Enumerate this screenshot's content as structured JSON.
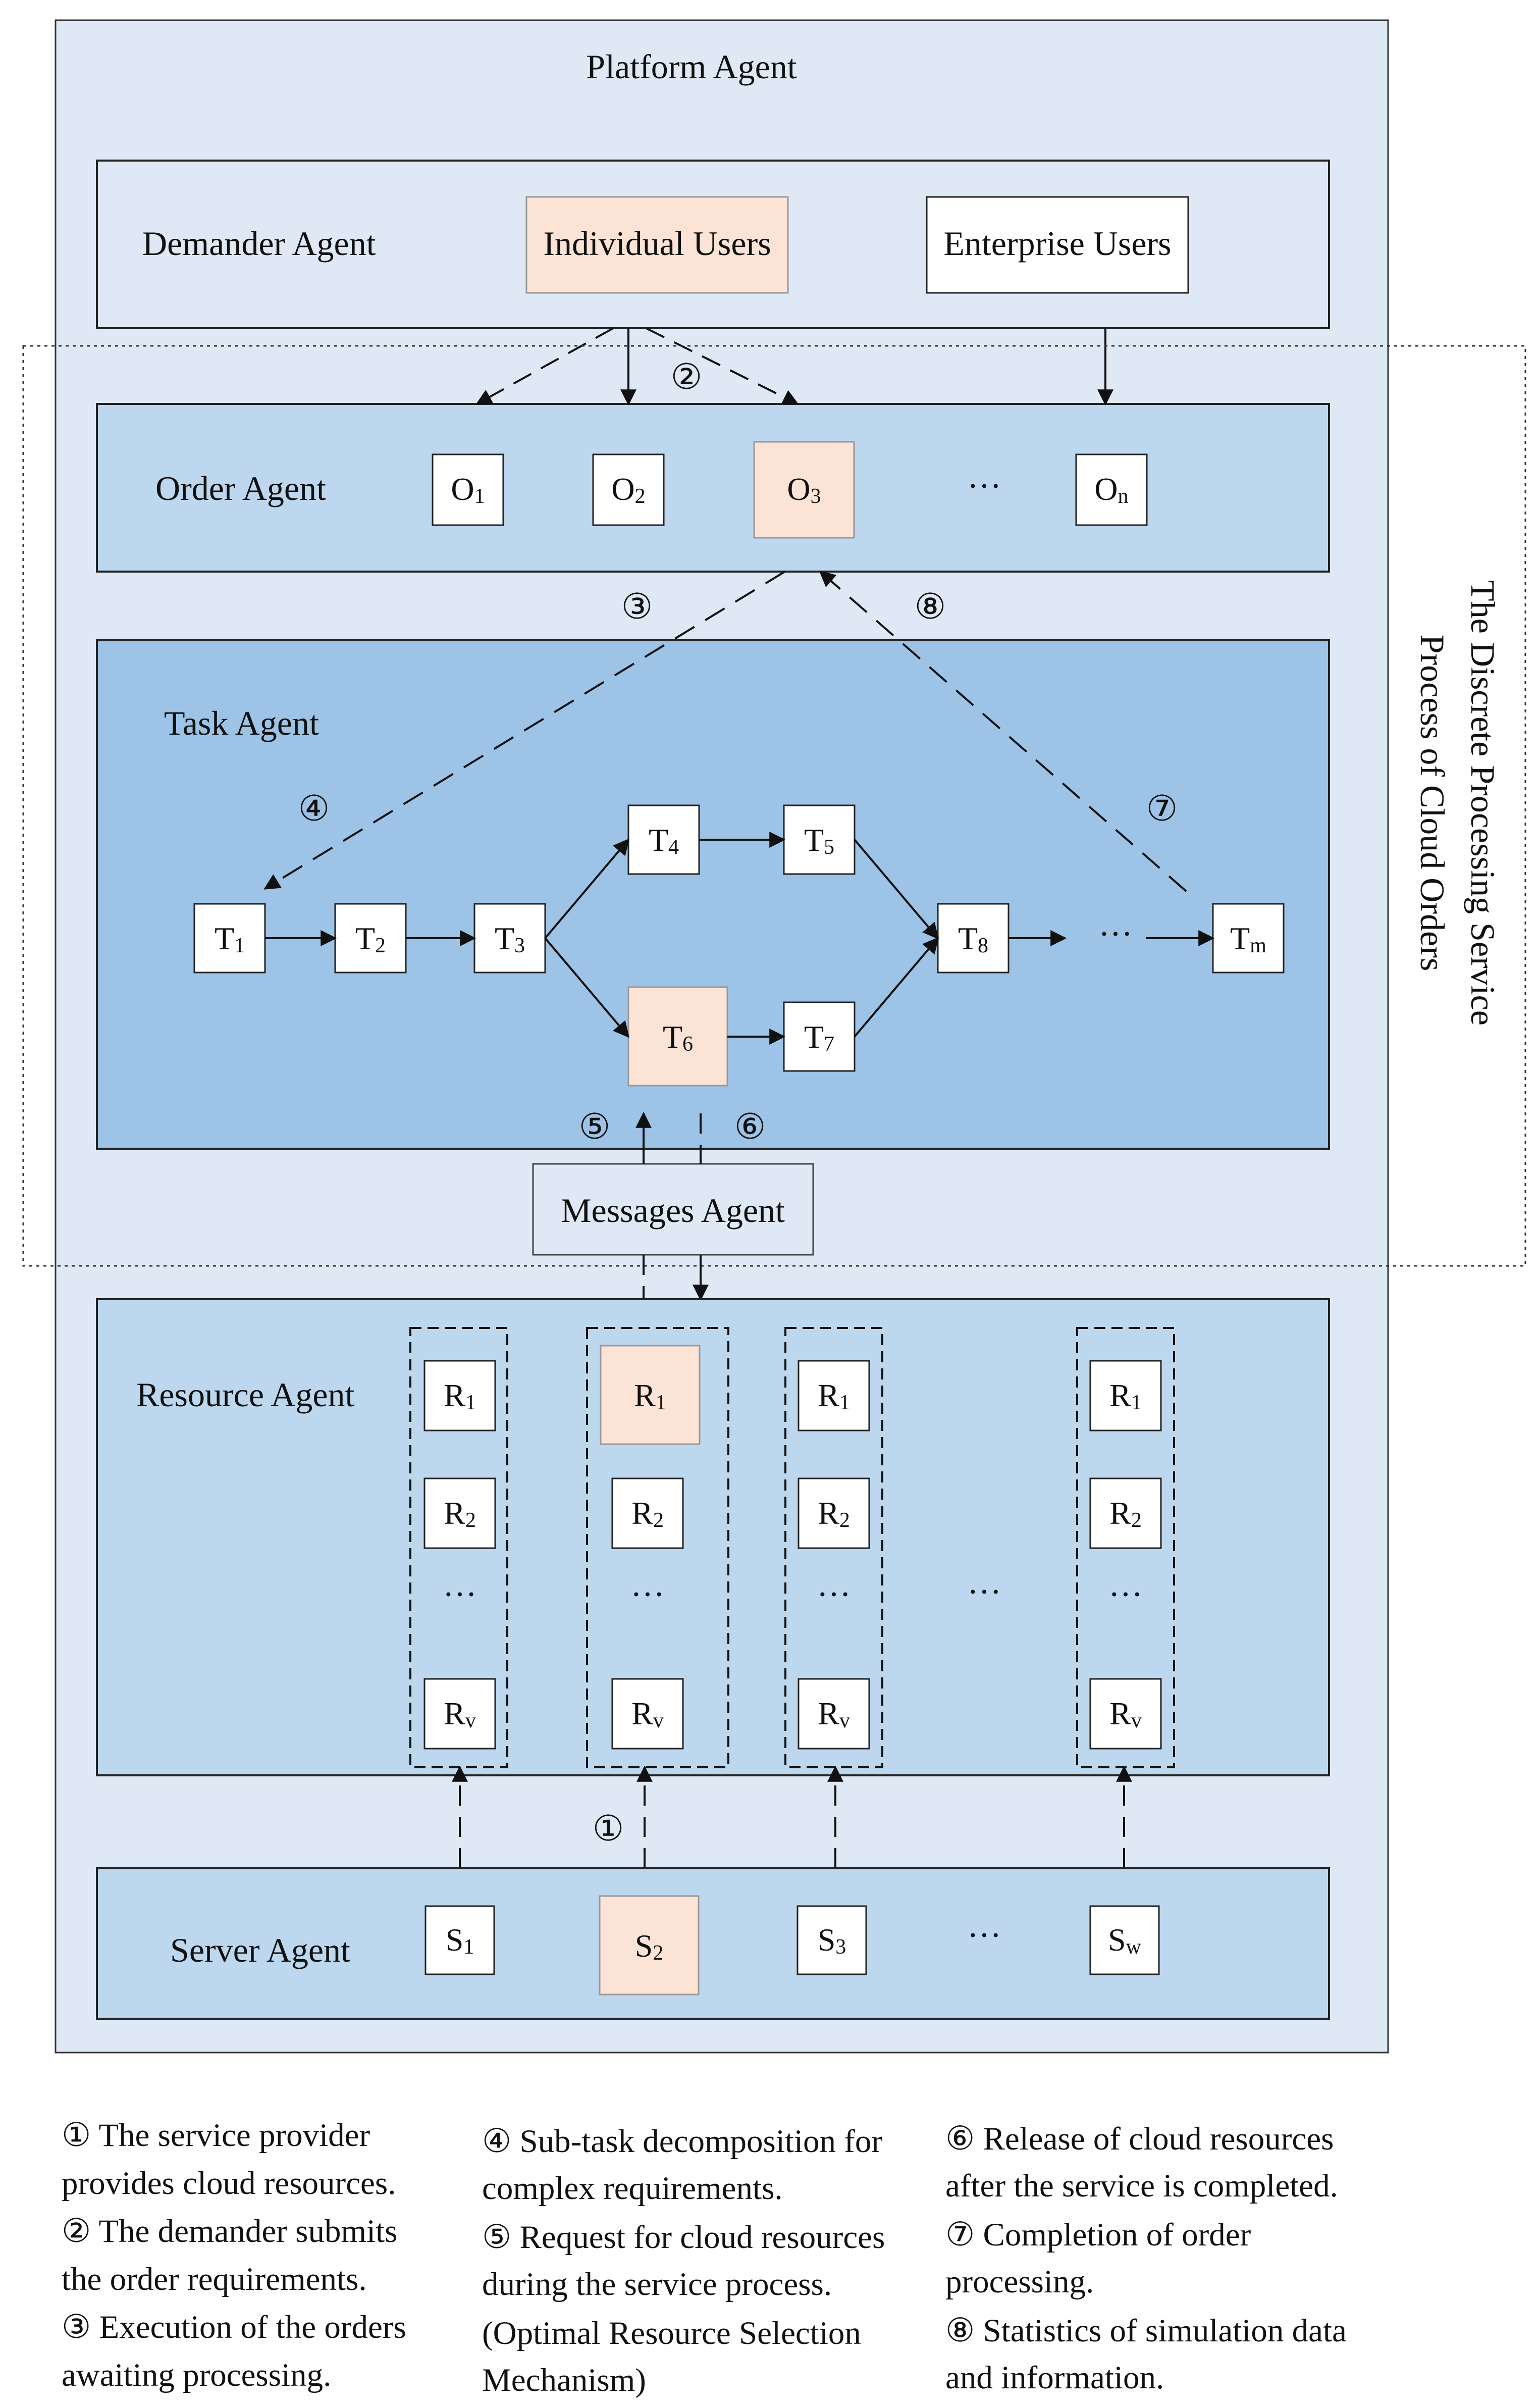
{
  "platform": {
    "label": "Platform Agent"
  },
  "demander": {
    "label": "Demander Agent",
    "individual": "Individual Users",
    "enterprise": "Enterprise Users"
  },
  "order": {
    "label": "Order Agent",
    "items": [
      {
        "main": "O",
        "sub": "1"
      },
      {
        "main": "O",
        "sub": "2"
      },
      {
        "main": "O",
        "sub": "3"
      },
      {
        "main": "O",
        "sub": "n"
      }
    ],
    "ellipsis": "···"
  },
  "task": {
    "label": "Task Agent",
    "items": [
      {
        "main": "T",
        "sub": "1"
      },
      {
        "main": "T",
        "sub": "2"
      },
      {
        "main": "T",
        "sub": "3"
      },
      {
        "main": "T",
        "sub": "4"
      },
      {
        "main": "T",
        "sub": "5"
      },
      {
        "main": "T",
        "sub": "6"
      },
      {
        "main": "T",
        "sub": "7"
      },
      {
        "main": "T",
        "sub": "8"
      },
      {
        "main": "T",
        "sub": "m"
      }
    ],
    "ellipsis": "···"
  },
  "messages": {
    "label": "Messages Agent"
  },
  "resource": {
    "label": "Resource Agent",
    "r1": {
      "main": "R",
      "sub": "1"
    },
    "r2": {
      "main": "R",
      "sub": "2"
    },
    "rv": {
      "main": "R",
      "sub": "v"
    },
    "ellipsis": "···"
  },
  "server": {
    "label": "Server Agent",
    "items": [
      {
        "main": "S",
        "sub": "1"
      },
      {
        "main": "S",
        "sub": "2"
      },
      {
        "main": "S",
        "sub": "3"
      },
      {
        "main": "S",
        "sub": "w"
      }
    ],
    "ellipsis": "···"
  },
  "process": {
    "line1": "The Discrete Processing Service",
    "line2": "Process of Cloud Orders"
  },
  "markers": {
    "m1": "①",
    "m2": "②",
    "m3": "③",
    "m4": "④",
    "m5": "⑤",
    "m6": "⑥",
    "m7": "⑦",
    "m8": "⑧"
  },
  "colors": {
    "platform_bg": "#dfe9f5",
    "layer_bg": "#bdd7ee",
    "task_bg": "#9dc3e6",
    "highlight": "#fbe3d6",
    "box": "#ffffff",
    "stroke": "#1a1a1a"
  },
  "legend": {
    "col1": [
      "① The service provider",
      "provides cloud resources.",
      "② The demander submits",
      "the order requirements.",
      "③ Execution of the orders",
      "awaiting processing."
    ],
    "col2": [
      "④  Sub-task decomposition for",
      "complex requirements.",
      "⑤ Request for cloud resources",
      "during the service process.",
      "(Optimal Resource Selection",
      "Mechanism)"
    ],
    "col3": [
      "⑥ Release of cloud resources",
      "after the service is completed.",
      "⑦  Completion of order",
      "processing.",
      "⑧ Statistics of simulation data",
      "and information."
    ]
  }
}
